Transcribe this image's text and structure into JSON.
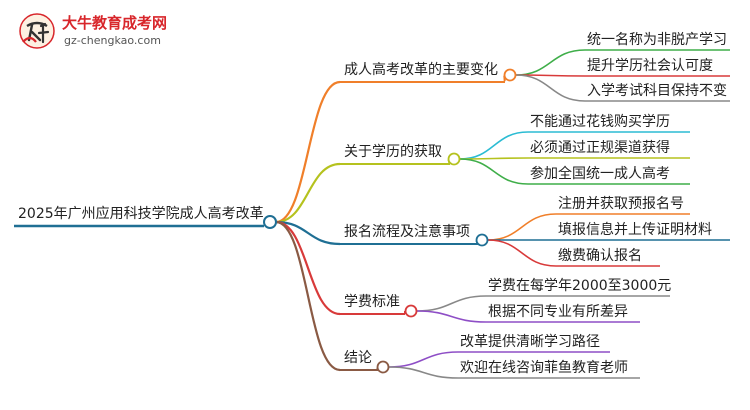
{
  "logo": {
    "name": "大牛教育成考网",
    "url": "gz-chengkao.com"
  },
  "root": {
    "label": "2025年广州应用科技学院成人高考改革",
    "color": "#1f6f94"
  },
  "branches": [
    {
      "label": "成人高考改革的主要变化",
      "color": "#f07f2a",
      "children": [
        {
          "label": "统一名称为非脱产学习",
          "color": "#3fae49"
        },
        {
          "label": "提升学历社会认可度",
          "color": "#d83a3a"
        },
        {
          "label": "入学考试科目保持不变",
          "color": "#888888"
        }
      ]
    },
    {
      "label": "关于学历的获取",
      "color": "#b5c21e",
      "children": [
        {
          "label": "不能通过花钱购买学历",
          "color": "#2bbcd3"
        },
        {
          "label": "必须通过正规渠道获得",
          "color": "#b5c21e"
        },
        {
          "label": "参加全国统一成人高考",
          "color": "#3fae49"
        }
      ]
    },
    {
      "label": "报名流程及注意事项",
      "color": "#1f6f94",
      "children": [
        {
          "label": "注册并获取预报名号",
          "color": "#f07f2a"
        },
        {
          "label": "填报信息并上传证明材料",
          "color": "#1f6f94"
        },
        {
          "label": "缴费确认报名",
          "color": "#d83a3a"
        }
      ]
    },
    {
      "label": "学费标准",
      "color": "#d83a3a",
      "children": [
        {
          "label": "学费在每学年2000至3000元",
          "color": "#888888"
        },
        {
          "label": "根据不同专业有所差异",
          "color": "#8e4ec6"
        }
      ]
    },
    {
      "label": "结论",
      "color": "#8a5a44",
      "children": [
        {
          "label": "改革提供清晰学习路径",
          "color": "#8e4ec6"
        },
        {
          "label": "欢迎在线咨询菲鱼教育老师",
          "color": "#888888"
        }
      ]
    }
  ]
}
